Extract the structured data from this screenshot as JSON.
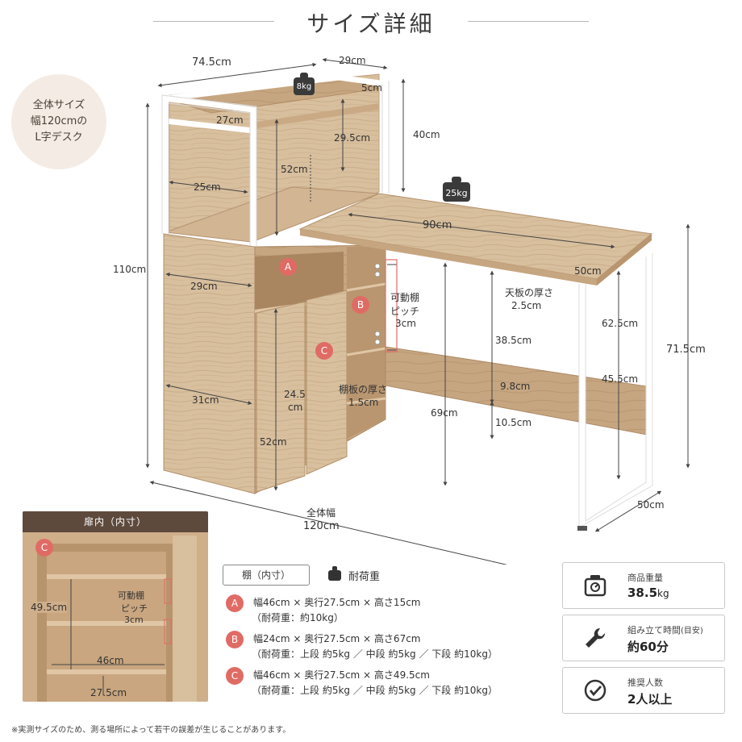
{
  "title": "サイズ詳細",
  "badge": {
    "line1": "全体サイズ",
    "line2": "幅120cmの",
    "line3": "L字デスク"
  },
  "dims": {
    "top_width": "74.5cm",
    "top_depth": "29cm",
    "shelf_inner_depth": "27cm",
    "frame_offset": "5cm",
    "upper_shelf_gap": "29.5cm",
    "upper_height": "40cm",
    "upper_section": "52cm",
    "upper_inner": "25cm",
    "total_height": "110cm",
    "desk_width": "90cm",
    "desk_depth": "50cm",
    "top_thickness_label": "天板の厚さ",
    "top_thickness": "2.5cm",
    "adjustable_label1": "可動棚",
    "adjustable_label2": "ピッチ",
    "adjustable_pitch": "3cm",
    "cabinet_depth": "29cm",
    "cabinet_lower_depth": "31cm",
    "door_width": "24.5",
    "door_width_unit": "cm",
    "cabinet_height": "52cm",
    "shelf_thickness_label": "棚板の厚さ",
    "shelf_thickness": "1.5cm",
    "under_desk_upper": "38.5cm",
    "beam": "9.8cm",
    "floor_gap": "10.5cm",
    "under_desk": "69cm",
    "leg_upper": "62.5cm",
    "leg_lower": "45.5cm",
    "desk_height": "71.5cm",
    "leg_depth": "50cm",
    "overall_width_label": "全体幅",
    "overall_width": "120cm"
  },
  "weights": {
    "top_shelf": "8kg",
    "desk": "25kg"
  },
  "markers": [
    "A",
    "B",
    "C"
  ],
  "inset": {
    "header": "扉内（内寸）",
    "marker": "C",
    "height": "49.5cm",
    "adjustable1": "可動棚",
    "adjustable2": "ピッチ",
    "pitch": "3cm",
    "width": "46cm",
    "depth": "27.5cm"
  },
  "specs": {
    "header": "棚（内寸）",
    "load_label": "耐荷重",
    "items": [
      {
        "marker": "A",
        "size": "幅46cm × 奥行27.5cm × 高さ15cm",
        "load": "（耐荷重：約10kg）"
      },
      {
        "marker": "B",
        "size": "幅24cm × 奥行27.5cm × 高さ67cm",
        "load": "（耐荷重：上段 約5kg ／ 中段 約5kg ／ 下段 約10kg）"
      },
      {
        "marker": "C",
        "size": "幅46cm × 奥行27.5cm × 高さ49.5cm",
        "load": "（耐荷重：上段 約5kg ／ 中段 約5kg ／ 下段 約10kg）"
      }
    ]
  },
  "info": [
    {
      "icon": "scale-icon",
      "label": "商品重量",
      "value": "38.5",
      "unit": "kg"
    },
    {
      "icon": "wrench-icon",
      "label": "組み立て時間",
      "sub": "(目安)",
      "value": "約60分"
    },
    {
      "icon": "check-circle-icon",
      "label": "推奨人数",
      "value": "2人以上"
    }
  ],
  "note": "※実測サイズのため、測る場所によって若干の誤差が生じることがあります。",
  "colors": {
    "wood": "#d6bb98",
    "wood_dark": "#c2a27c",
    "frame": "#ffffff",
    "accent": "#e06b65",
    "header": "#5e4a3c"
  }
}
